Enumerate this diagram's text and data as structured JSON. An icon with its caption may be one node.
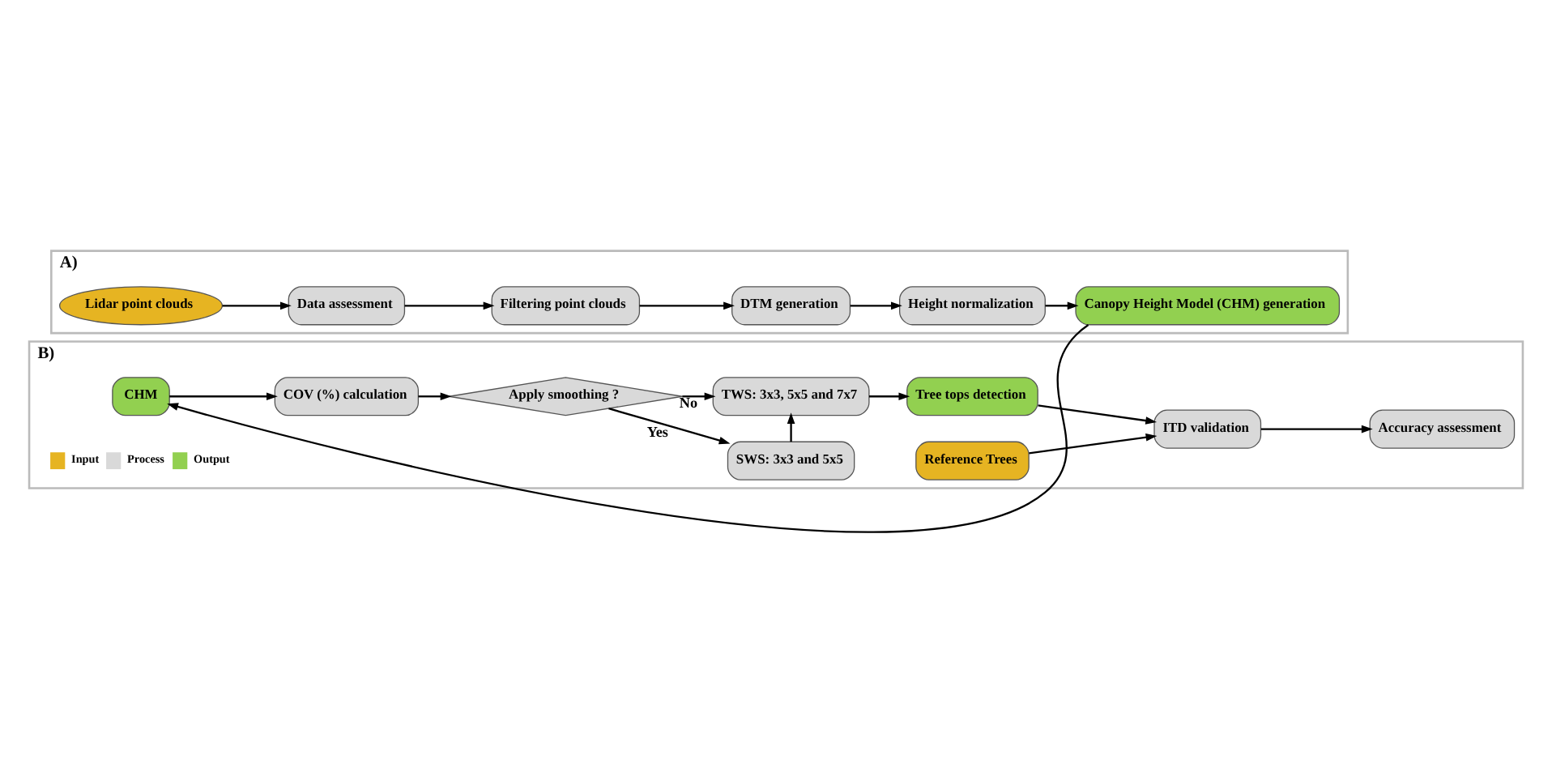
{
  "diagram": {
    "nodes": [
      {
        "text": [
          "A)"
        ]
      },
      {
        "text": [
          "Lidar point clouds"
        ],
        "in": 0
      },
      {
        "text": [
          "Data assessment"
        ],
        "in": 0
      },
      {
        "text": [
          "Filtering point clouds"
        ],
        "in": 0
      },
      {
        "text": [
          "DTM generation"
        ],
        "in": 0
      },
      {
        "text": [
          "Height normalization"
        ],
        "in": 0
      },
      {
        "text": [
          "Canopy Height Model (CHM) generation"
        ],
        "in": 0
      },
      {
        "text": [
          "B)"
        ]
      },
      {
        "text": [
          "CHM"
        ],
        "in": 7
      },
      {
        "text": [
          "COV (%) calculation"
        ],
        "in": 7
      },
      {
        "text": [
          "Apply smoothing ?"
        ],
        "in": 7
      },
      {
        "text": [
          "TWS: 3x3, 5x5 and 7x7"
        ],
        "in": 7
      },
      {
        "text": [
          "SWS: 3x3 and 5x5"
        ],
        "in": 7
      },
      {
        "text": [
          "Tree tops detection"
        ],
        "in": 7
      },
      {
        "text": [
          "Reference Trees"
        ],
        "in": 7
      },
      {
        "text": [
          "ITD validation"
        ],
        "in": 7
      },
      {
        "text": [
          "Accuracy assessment"
        ],
        "in": 7
      }
    ],
    "edges": [
      {
        "from": 1,
        "to": 2,
        "arrow": "to"
      },
      {
        "from": 2,
        "to": 3,
        "arrow": "to"
      },
      {
        "from": 3,
        "to": 4,
        "arrow": "to"
      },
      {
        "from": 4,
        "to": 5,
        "arrow": "to"
      },
      {
        "from": 5,
        "to": 6,
        "arrow": "to"
      },
      {
        "from": 6,
        "to": 8,
        "arrow": "to"
      },
      {
        "from": 8,
        "to": 9,
        "arrow": "to"
      },
      {
        "from": 9,
        "to": 10,
        "arrow": "to"
      },
      {
        "from": 10,
        "to": 11,
        "arrow": "to",
        "label": "No"
      },
      {
        "from": 10,
        "to": 12,
        "arrow": "to",
        "label": "Yes"
      },
      {
        "from": 12,
        "to": 11,
        "arrow": "to"
      },
      {
        "from": 11,
        "to": 13,
        "arrow": "to"
      },
      {
        "from": 13,
        "to": 15,
        "arrow": "to"
      },
      {
        "from": 14,
        "to": 15,
        "arrow": "to"
      },
      {
        "from": 15,
        "to": 16,
        "arrow": "to"
      }
    ],
    "legend": [
      {
        "text": "Input",
        "color": "#e6b422"
      },
      {
        "text": "Process",
        "color": "#d9d9d9"
      },
      {
        "text": "Output",
        "color": "#92d050"
      }
    ]
  }
}
